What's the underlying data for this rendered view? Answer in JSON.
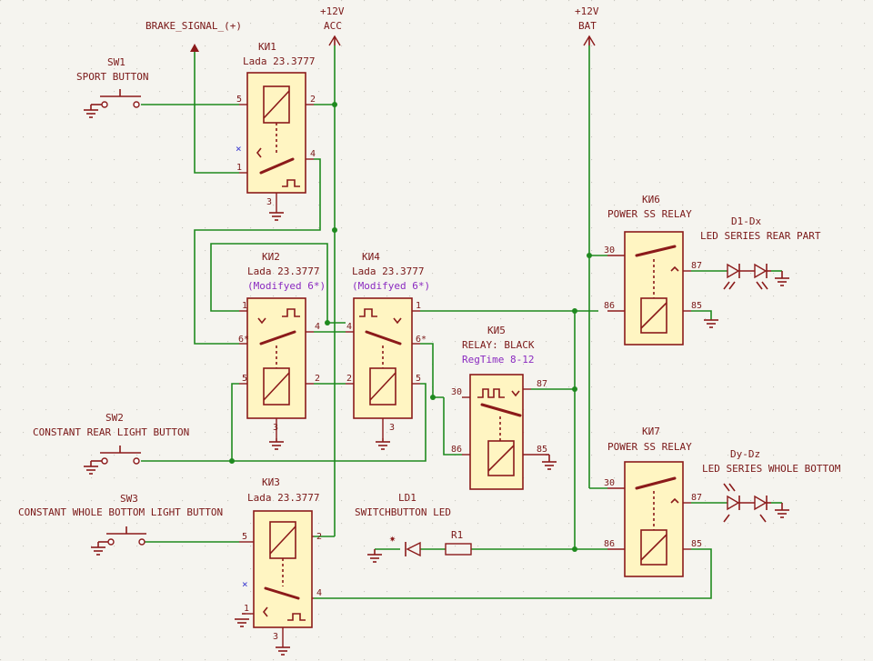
{
  "colors": {
    "background": "#f5f4ef",
    "wire": "#1f8a1f",
    "component_outline": "#8b1a1a",
    "component_fill": "#fff5c2",
    "label_text": "#7a1818",
    "annotation_purple": "#8a2ac0",
    "no_connect": "#3a3ad0"
  },
  "power_labels": {
    "acc_voltage": "+12V",
    "acc_name": "ACC",
    "bat_voltage": "+12V",
    "bat_name": "BAT",
    "brake_signal": "BRAKE_SIGNAL_(+)"
  },
  "switches": {
    "sw1": {
      "ref": "SW1",
      "value": "SPORT BUTTON"
    },
    "sw2": {
      "ref": "SW2",
      "value": "CONSTANT REAR LIGHT BUTTON"
    },
    "sw3": {
      "ref": "SW3",
      "value": "CONSTANT WHOLE BOTTOM LIGHT BUTTON"
    }
  },
  "relays": {
    "k1": {
      "ref": "КИ1",
      "value": "Lada 23.3777",
      "pins": {
        "p5": "5",
        "p2": "2",
        "p1": "1",
        "p4": "4",
        "p3": "3"
      }
    },
    "k2": {
      "ref": "КИ2",
      "value": "Lada 23.3777",
      "note": "(Modifyed 6*)",
      "pins": {
        "p1": "1",
        "p4": "4",
        "p6": "6*",
        "p5": "5",
        "p2": "2",
        "p3": "3"
      }
    },
    "k3": {
      "ref": "КИ3",
      "value": "Lada 23.3777",
      "pins": {
        "p5": "5",
        "p2": "2",
        "p1": "1",
        "p4": "4",
        "p3": "3"
      }
    },
    "k4": {
      "ref": "КИ4",
      "value": "Lada 23.3777",
      "note": "(Modifyed 6*)",
      "pins": {
        "p4": "4",
        "p1": "1",
        "p6": "6*",
        "p2": "2",
        "p5": "5",
        "p3": "3"
      }
    },
    "k5": {
      "ref": "КИ5",
      "value": "RELAY: BLACK",
      "note": "RegTime 8-12",
      "pins": {
        "p30": "30",
        "p87": "87",
        "p86": "86",
        "p85": "85"
      }
    },
    "k6": {
      "ref": "КИ6",
      "value": "POWER SS RELAY",
      "pins": {
        "p30": "30",
        "p87": "87",
        "p86": "86",
        "p85": "85"
      }
    },
    "k7": {
      "ref": "КИ7",
      "value": "POWER SS RELAY",
      "pins": {
        "p30": "30",
        "p87": "87",
        "p86": "86",
        "p85": "85"
      }
    }
  },
  "leds": {
    "d1": {
      "ref": "D1-Dx",
      "value": "LED SERIES REAR PART"
    },
    "dy": {
      "ref": "Dy-Dz",
      "value": "LED SERIES WHOLE BOTTOM"
    },
    "ld1": {
      "ref": "LD1",
      "value": "SWITCHBUTTON LED"
    }
  },
  "resistors": {
    "r1": {
      "ref": "R1"
    }
  }
}
